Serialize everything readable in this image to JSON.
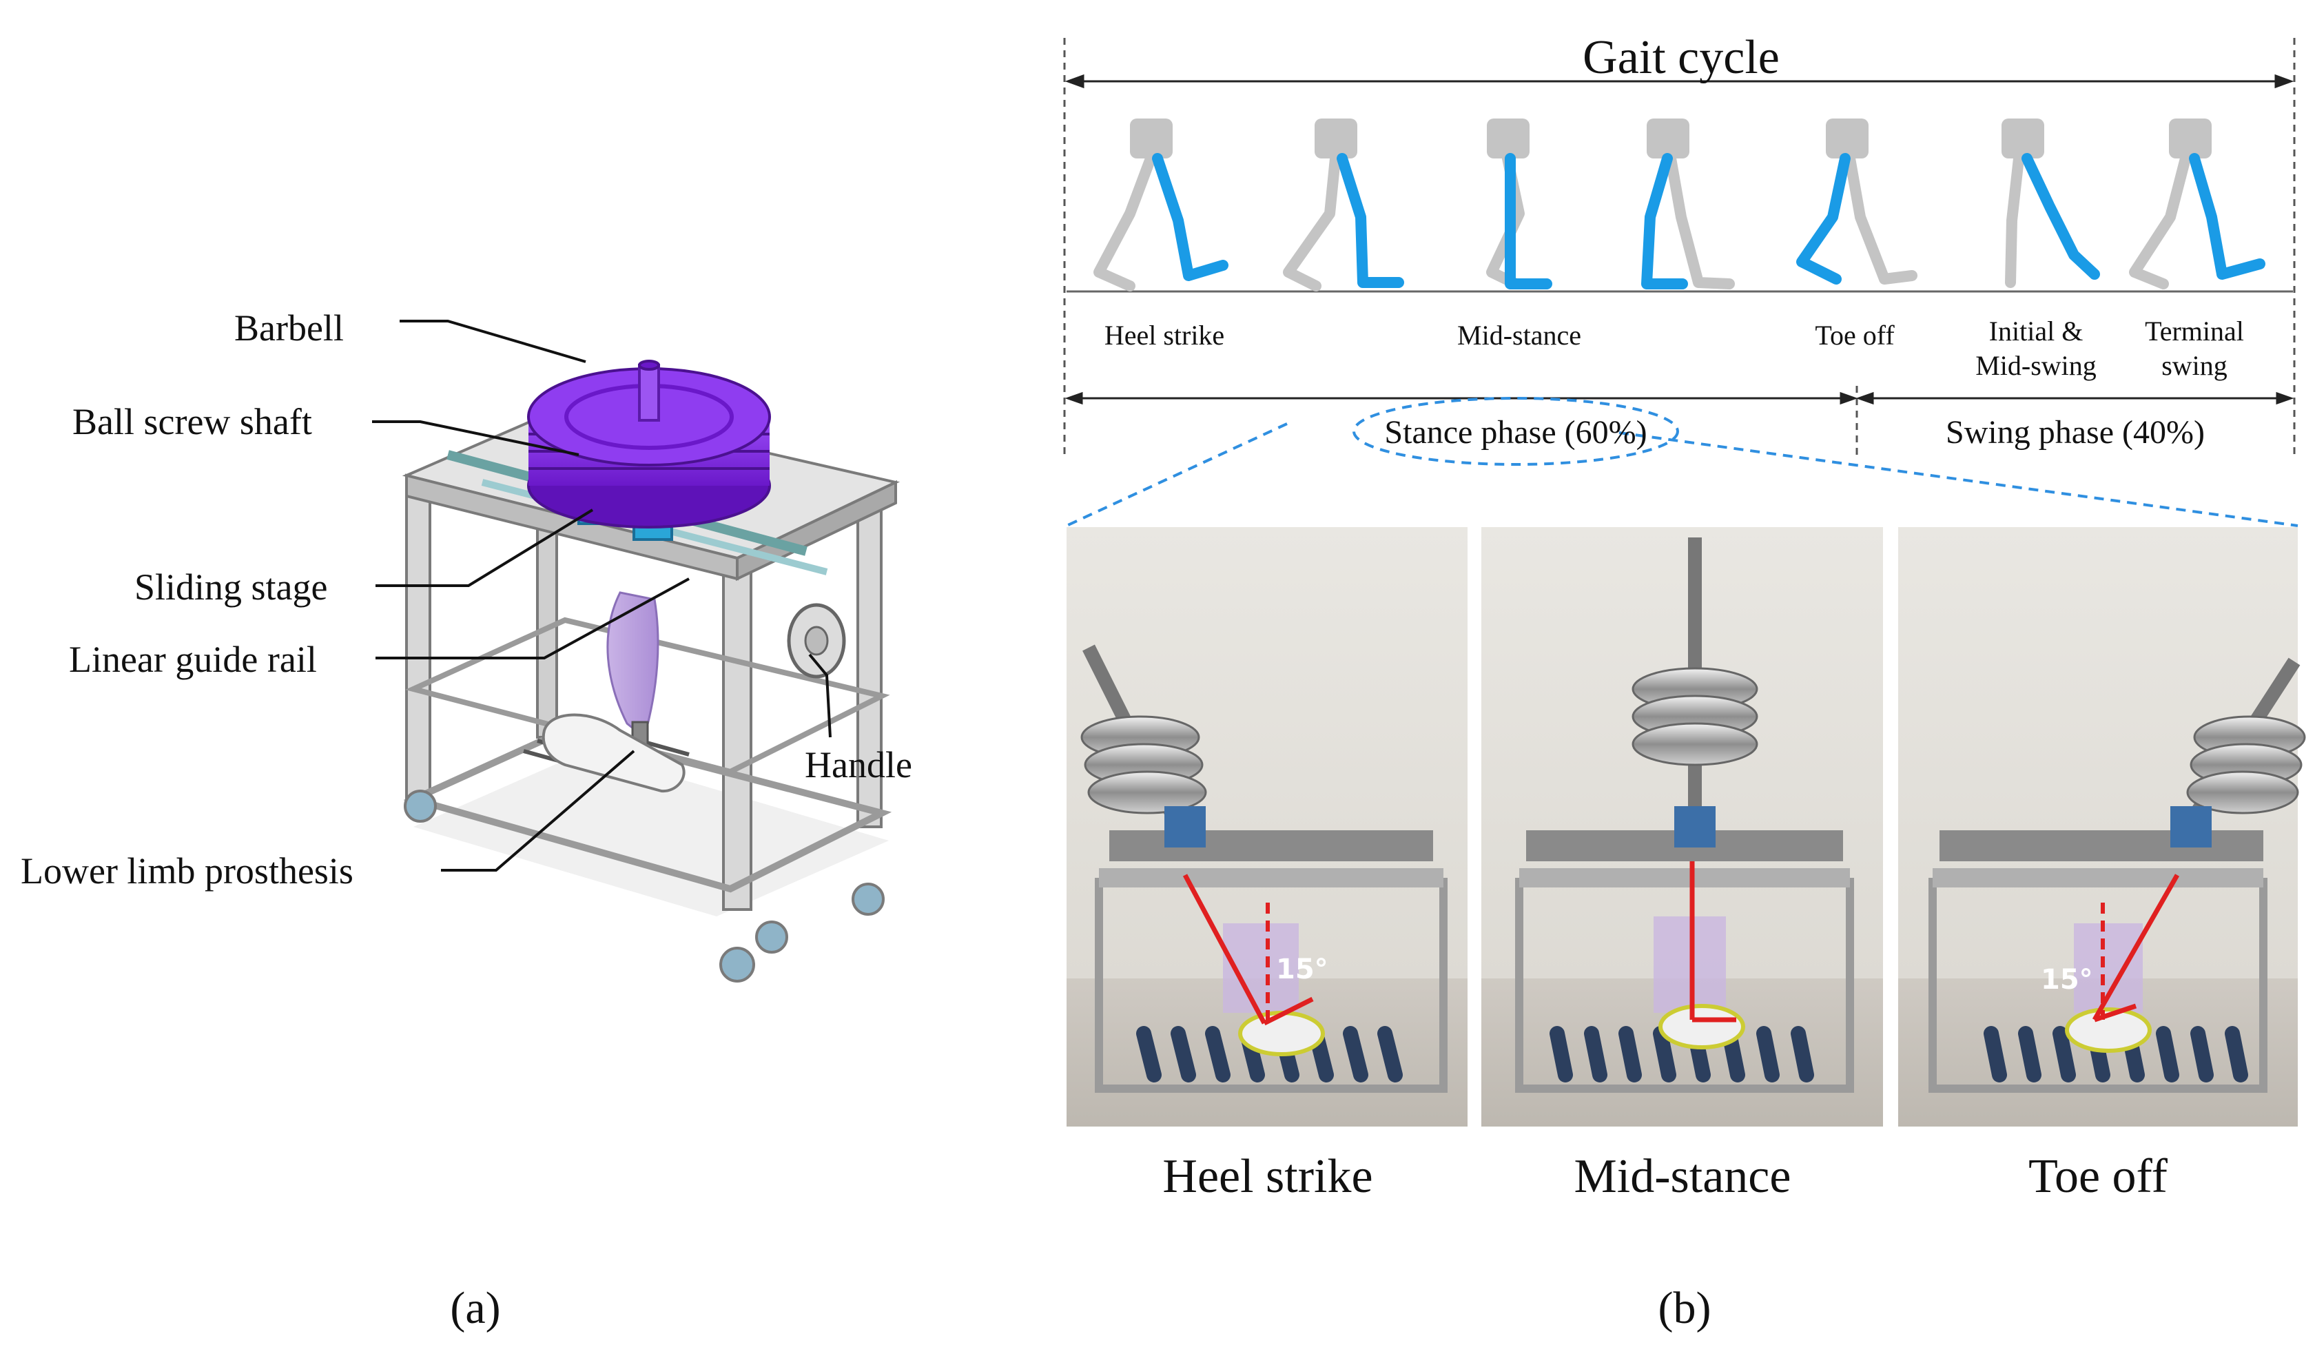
{
  "panel_a": {
    "labels": {
      "barbell": "Barbell",
      "ball_screw_shaft": "Ball screw shaft",
      "sliding_stage": "Sliding stage",
      "linear_guide_rail": "Linear guide rail",
      "handle": "Handle",
      "lower_limb_prosthesis": "Lower limb prosthesis"
    },
    "caption": "(a)"
  },
  "panel_b": {
    "gait_cycle_title": "Gait cycle",
    "timeline_labels": {
      "heel_strike": "Heel strike",
      "mid_stance": "Mid-stance",
      "toe_off": "Toe off",
      "initial_mid_swing_line1": "Initial &",
      "initial_mid_swing_line2": "Mid-swing",
      "terminal_swing_line1": "Terminal",
      "terminal_swing_line2": "swing"
    },
    "phases": {
      "stance": "Stance phase (60%)",
      "swing": "Swing phase (40%)"
    },
    "photos": [
      {
        "caption": "Heel strike",
        "angle": "15°"
      },
      {
        "caption": "Mid-stance"
      },
      {
        "caption": "Toe off",
        "angle": "15°"
      }
    ],
    "caption": "(b)"
  },
  "colors": {
    "leg_active": "#1a9be6",
    "leg_inactive": "#c4c4c4",
    "barbell": "#8a2be2",
    "dashed_blue": "#2f8fe0",
    "angle_red": "#e02020"
  }
}
